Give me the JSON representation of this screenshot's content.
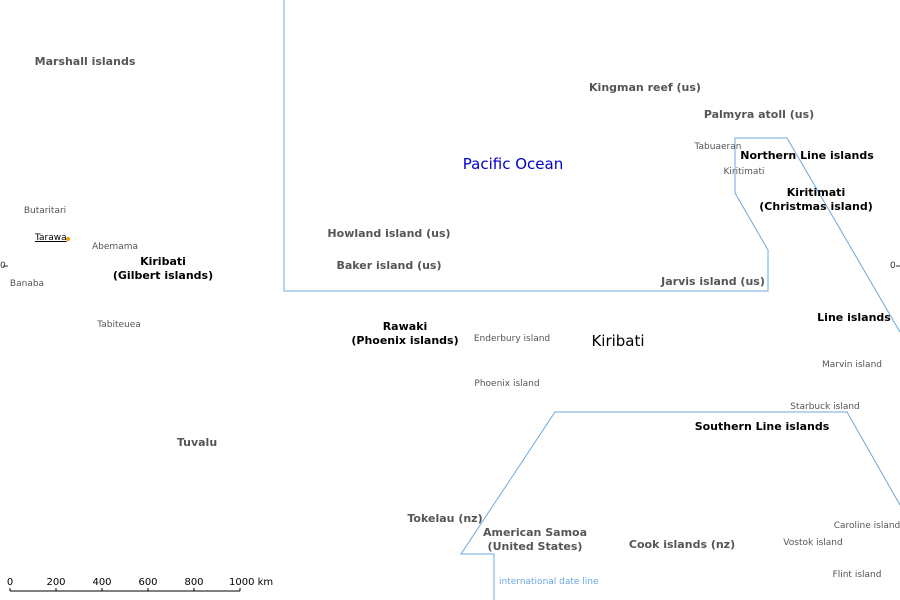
{
  "colors": {
    "dateline": "#6aa8e0",
    "capital_dot": "#f0a000",
    "ocean_text": "#0000c8"
  },
  "ocean_label": "Pacific Ocean",
  "country_label": "Kiribati",
  "regions": {
    "gilbert": [
      "Kiribati",
      "(Gilbert islands)"
    ],
    "phoenix": [
      "Rawaki",
      "(Phoenix islands)"
    ],
    "line": "Line islands",
    "northern_line": "Northern Line islands",
    "southern_line": "Southern Line islands",
    "christmas": [
      "Kiritimati",
      "(Christmas island)"
    ]
  },
  "neighbors": {
    "marshall": "Marshall islands",
    "tuvalu": "Tuvalu",
    "tokelau": "Tokelau (nz)",
    "american_samoa": [
      "American Samoa",
      "(United States)"
    ],
    "cook": "Cook islands (nz)",
    "kingman": "Kingman reef (us)",
    "palmyra": "Palmyra atoll (us)",
    "howland": "Howland island (us)",
    "baker": "Baker island (us)",
    "jarvis": "Jarvis island (us)"
  },
  "islands": {
    "butaritari": "Butaritari",
    "tarawa": "Tarawa",
    "abemama": "Abemama",
    "banaba": "Banaba",
    "tabiteuea": "Tabiteuea",
    "enderbury": "Enderbury island",
    "phoenix": "Phoenix island",
    "tabuaeran": "Tabuaeran",
    "kiritimati": "Kiritimati",
    "marvin": "Marvin island",
    "starbuck": "Starbuck island",
    "caroline": "Caroline island",
    "vostok": "Vostok island",
    "flint": "Flint island"
  },
  "dateline_label": "international date line",
  "equator_ticks": {
    "left": "0",
    "right": "0"
  },
  "scale": {
    "ticks": [
      "0",
      "200",
      "400",
      "600",
      "800",
      "1000 km"
    ]
  }
}
